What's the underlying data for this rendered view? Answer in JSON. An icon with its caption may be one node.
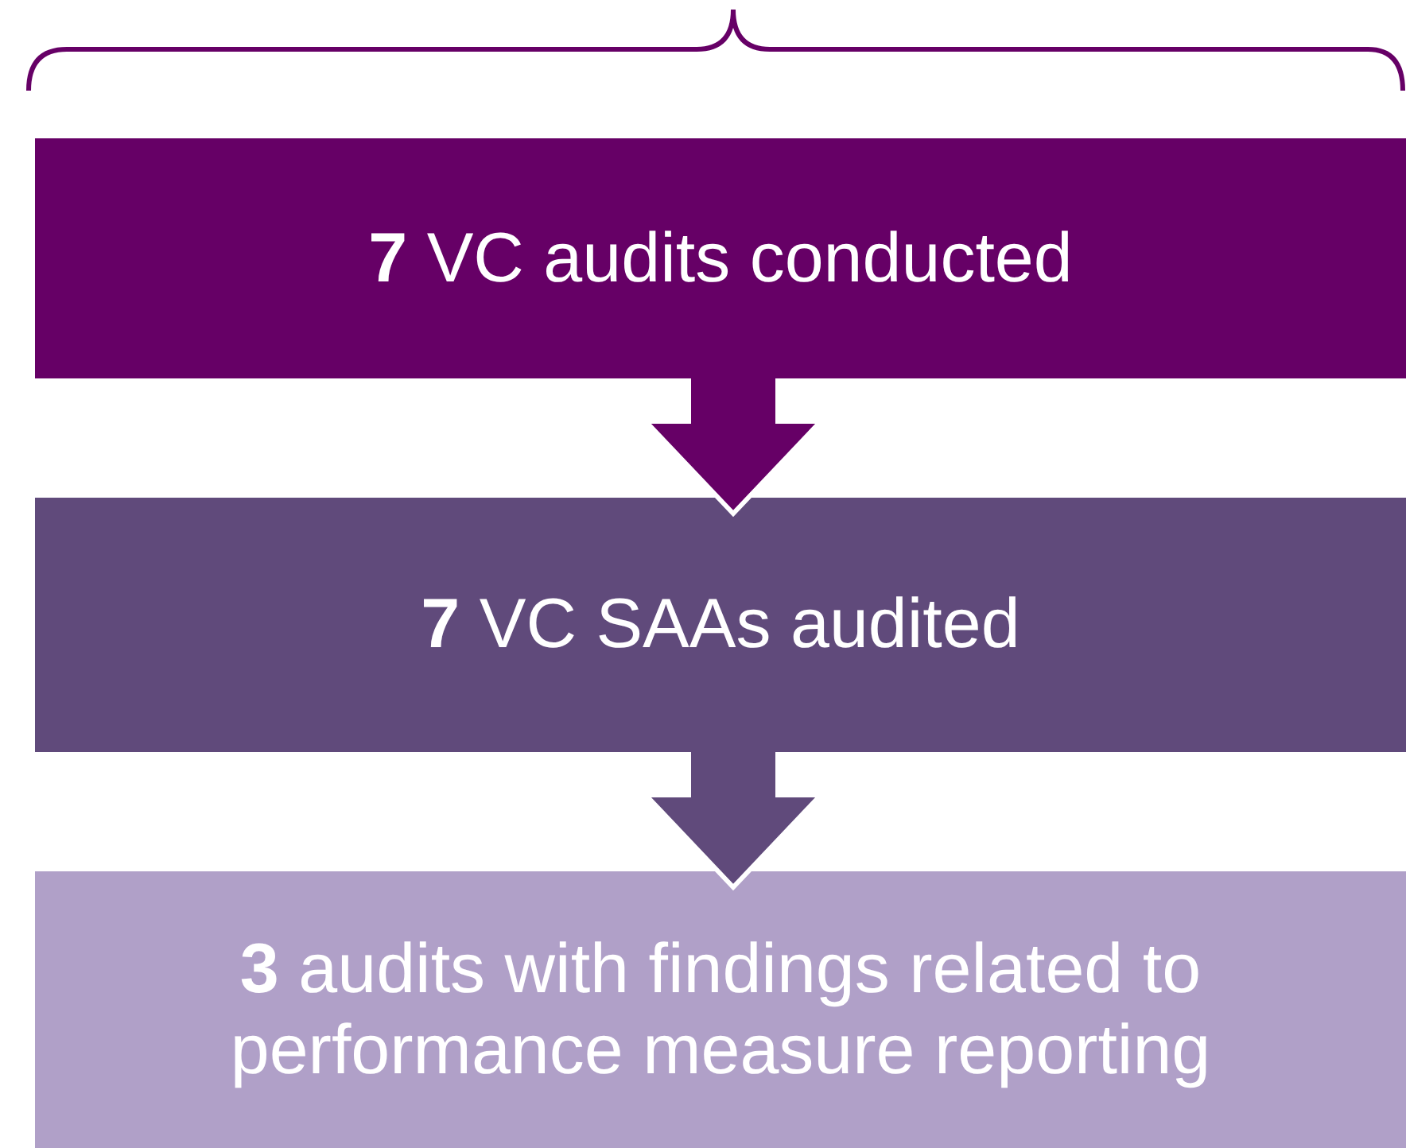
{
  "diagram": {
    "nodes": [
      {
        "text": [
          "**7** VC audits conducted"
        ]
      },
      {
        "text": [
          "**7** VC SAAs audited"
        ]
      },
      {
        "text": [
          "**3** audits with findings related to performance measure reporting"
        ]
      }
    ],
    "edges": [
      {
        "from": 0,
        "to": 1,
        "arrow": "to",
        "color": "#660066"
      },
      {
        "from": 1,
        "to": 2,
        "arrow": "to",
        "color": "#604a7b"
      }
    ]
  }
}
